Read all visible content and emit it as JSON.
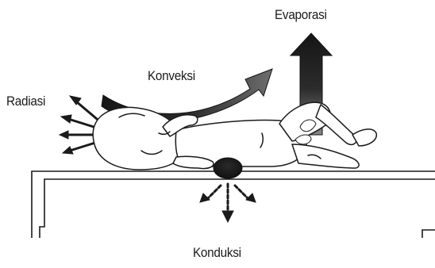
{
  "diagram": {
    "labels": {
      "evaporation": "Evaporasi",
      "convection": "Konveksi",
      "radiation": "Radiasi",
      "conduction": "Konduksi"
    },
    "icons": {
      "evaporation": "up-arrow-icon",
      "convection": "curved-arrow-icon",
      "radiation": "radiating-arrows-icon",
      "conduction": "downward-arrows-icon"
    },
    "colors": {
      "line": "#1a1a1a",
      "arrow_dark": "#1e1e1e",
      "arrow_light": "#6a6a6a",
      "background": "#ffffff"
    }
  }
}
